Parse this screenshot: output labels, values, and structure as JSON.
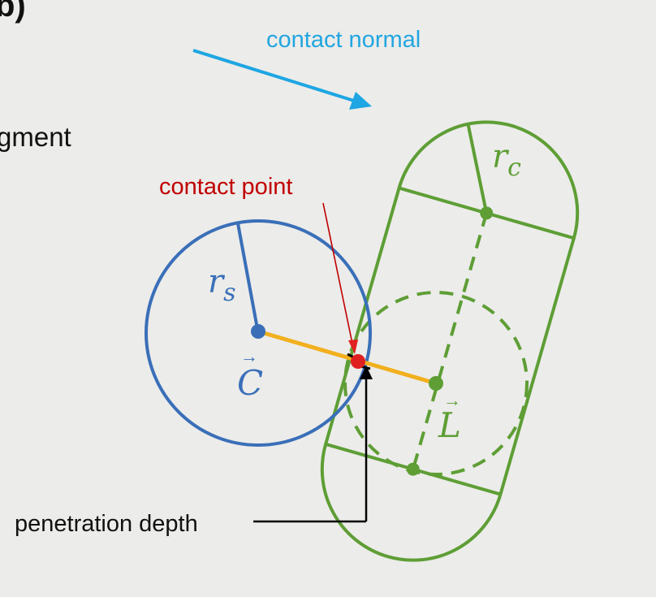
{
  "labels": {
    "corner_fragment": "b)",
    "side_fragment": "gment",
    "contact_normal": "contact normal",
    "contact_point": "contact point",
    "penetration_depth": "penetration depth"
  },
  "math": {
    "sphere_radius": "r",
    "sphere_radius_sub": "s",
    "sphere_center": "C",
    "capsule_radius": "r",
    "capsule_radius_sub": "c",
    "capsule_segment": "L",
    "vector_arrow": "→"
  },
  "colors": {
    "background": "#ececea",
    "sphere": "#3a6fb8",
    "capsule": "#5e9e35",
    "connector": "#f2b01e",
    "contact_point": "#e02020",
    "contact_point_text": "#c00000",
    "normal_arrow": "#1da6e3",
    "normal_text": "#22a6e0",
    "depth_line": "#000000",
    "text": "#111111"
  }
}
